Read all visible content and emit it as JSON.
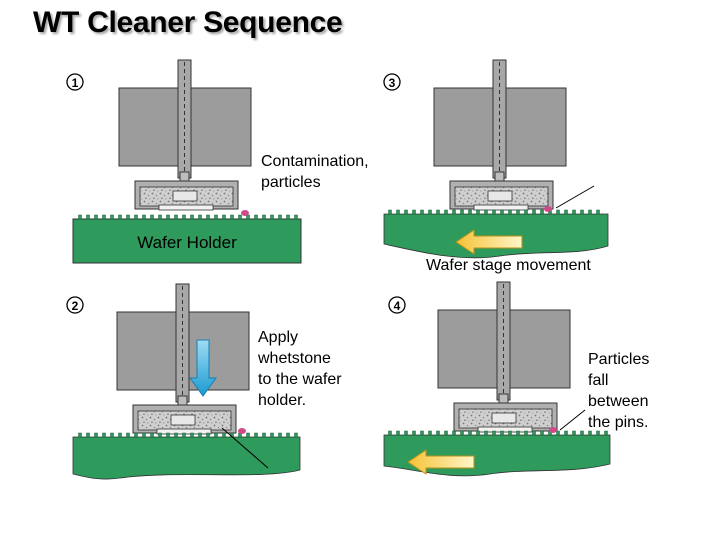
{
  "title": "WT Cleaner Sequence",
  "colors": {
    "holder_green": "#2e9a5c",
    "block_gray": "#9a9a9a",
    "arrow_blue": "#2aa6d8",
    "arrow_yellow": "#f5c234",
    "particle": "#d04a8a"
  },
  "steps": [
    {
      "number": "1",
      "holder_label": "Wafer Holder",
      "note": [
        "Contamination,",
        "particles"
      ]
    },
    {
      "number": "2",
      "note": [
        "Apply",
        "whetstone",
        "to the wafer",
        "holder."
      ]
    },
    {
      "number": "3",
      "caption": "Wafer stage movement"
    },
    {
      "number": "4",
      "note": [
        "Particles",
        "fall",
        "between",
        "the pins."
      ]
    }
  ]
}
